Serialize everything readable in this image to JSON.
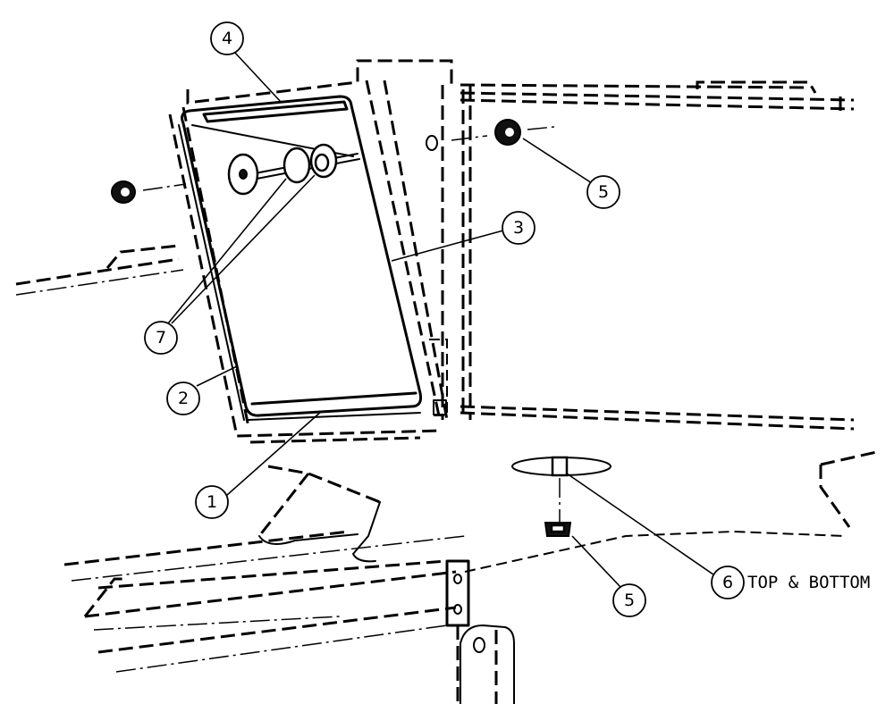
{
  "drawing": {
    "callouts": [
      {
        "id": "c1",
        "label": "1"
      },
      {
        "id": "c2",
        "label": "2"
      },
      {
        "id": "c3",
        "label": "3"
      },
      {
        "id": "c4",
        "label": "4"
      },
      {
        "id": "c5a",
        "label": "5"
      },
      {
        "id": "c5b",
        "label": "5"
      },
      {
        "id": "c6",
        "label": "6"
      },
      {
        "id": "c7",
        "label": "7"
      }
    ],
    "note_6": "TOP & BOTTOM"
  }
}
